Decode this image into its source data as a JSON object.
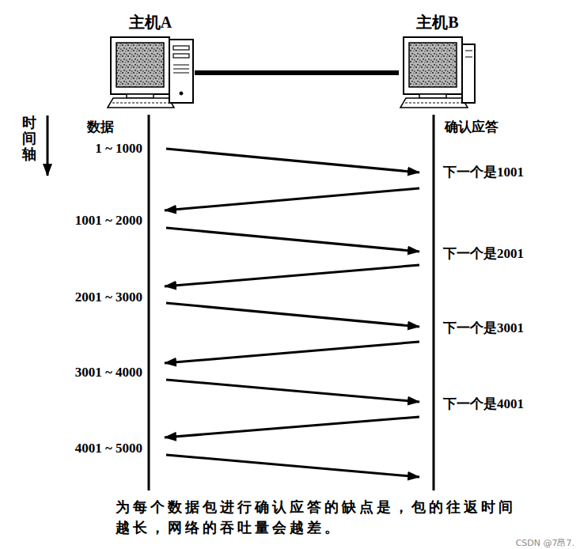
{
  "diagram": {
    "caption": "为每个数据包进行确认应答的缺点是，包的往返时间越长，网络的吞吐量会越差。",
    "nodes": [
      {
        "text": [
          "主机A"
        ]
      },
      {
        "text": [
          "主机B"
        ]
      }
    ],
    "edges": [
      {
        "from": 0,
        "to": 1,
        "arrow": "none"
      }
    ],
    "labels": [
      "时间轴",
      "数据",
      "确认应答",
      "1 ~ 1000",
      "下一个是1001",
      "1001 ~ 2000",
      "下一个是2001",
      "2001 ~ 3000",
      "下一个是3001",
      "3001 ~ 4000",
      "下一个是4001",
      "4001 ~ 5000",
      "CSDN @7昂7."
    ]
  }
}
